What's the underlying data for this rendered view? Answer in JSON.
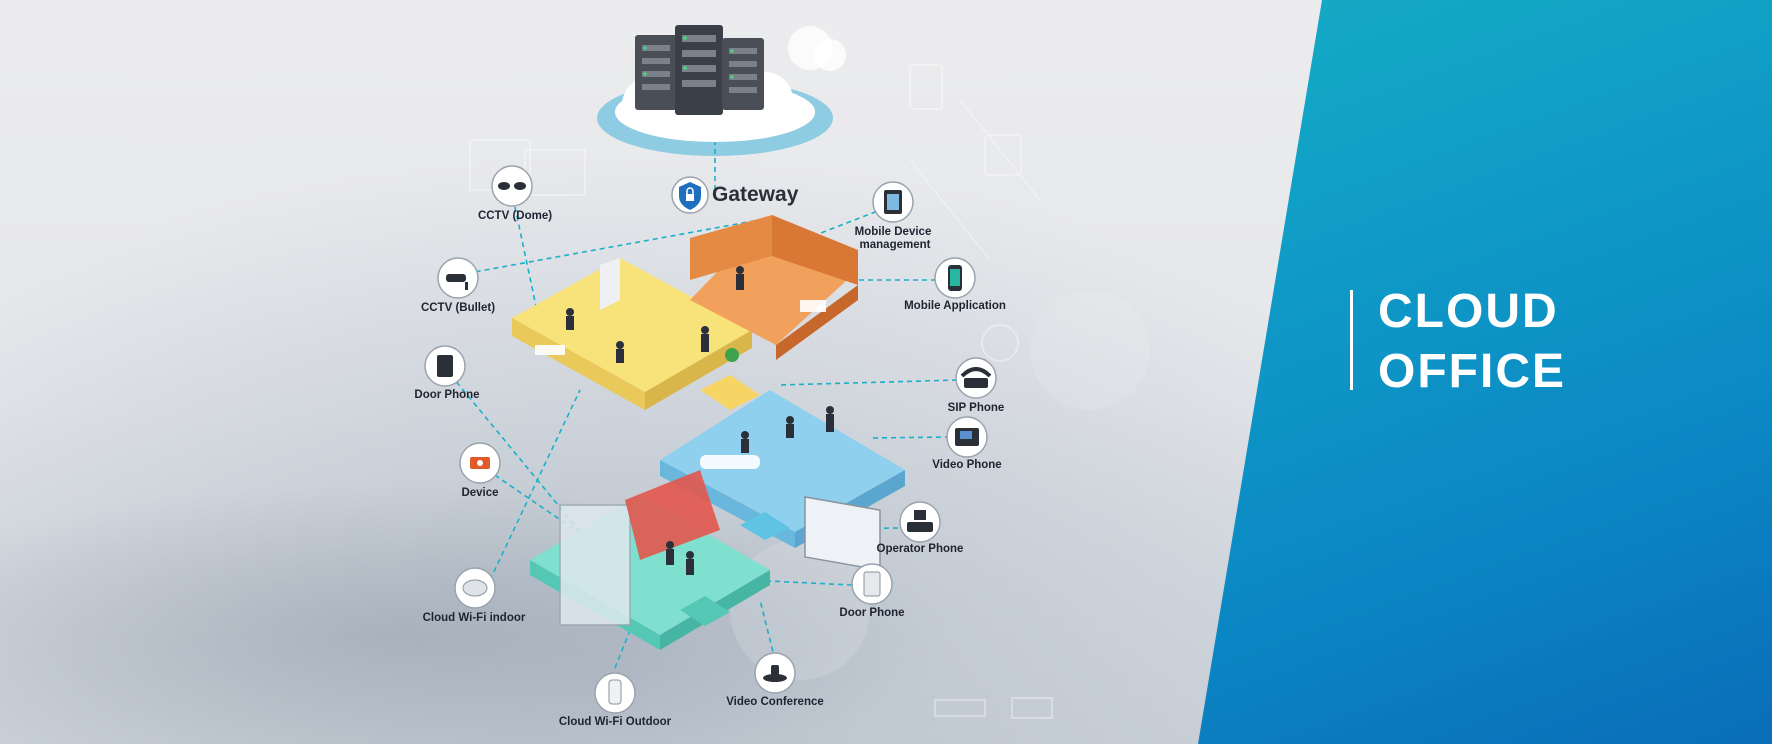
{
  "title": {
    "line1": "CLOUD",
    "line2": "OFFICE"
  },
  "gateway": {
    "label": "Gateway"
  },
  "nodes": {
    "cctv_dome": "CCTV (Dome)",
    "cctv_bullet": "CCTV (Bullet)",
    "door_phone_left": "Door Phone",
    "device": "Device",
    "wifi_indoor": "Cloud Wi-Fi indoor",
    "wifi_outdoor": "Cloud Wi-Fi Outdoor",
    "mobile_device_1": "Mobile Device",
    "mobile_device_2": "management",
    "mobile_app": "Mobile Application",
    "sip_phone": "SIP Phone",
    "video_phone": "Video Phone",
    "operator_phone": "Operator Phone",
    "door_phone_right": "Door Phone",
    "video_conference": "Video Conference"
  },
  "icons": {
    "cloud": "cloud-server-icon",
    "gateway": "shield-lock-icon",
    "cctv_dome": "dome-camera-icon",
    "cctv_bullet": "bullet-camera-icon",
    "door_phone_left": "door-phone-icon",
    "device": "iot-device-icon",
    "wifi_indoor": "access-point-icon",
    "wifi_outdoor": "outdoor-access-point-icon",
    "mobile_device": "tablet-icon",
    "mobile_app": "smartphone-icon",
    "sip_phone": "desk-phone-icon",
    "video_phone": "video-phone-icon",
    "operator_phone": "operator-phone-icon",
    "door_phone_right": "door-intercom-icon",
    "video_conference": "conference-camera-icon"
  },
  "colors": {
    "panel_top": "#26b3b8",
    "panel_bottom": "#0a6db8",
    "link": "#1bb0c9",
    "floor_office": "#f8e27a",
    "floor_exec": "#f2a15c",
    "floor_meeting": "#8fd0ef",
    "floor_lobby": "#7fe0cf"
  }
}
